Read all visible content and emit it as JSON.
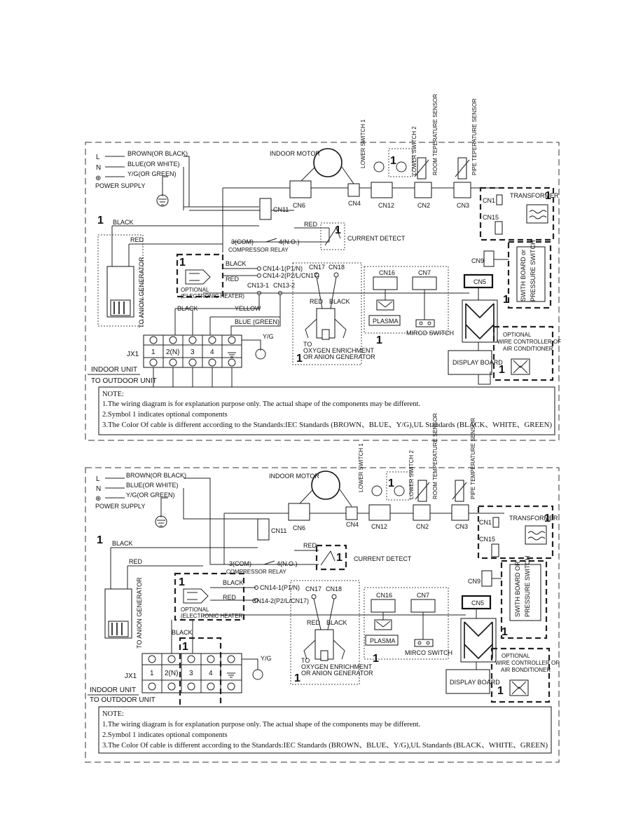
{
  "power": {
    "l": "L",
    "n": "N",
    "earth": "⊕",
    "brown": "BROWN(OR BLACK)",
    "blue": "BLUE(OR WHITE)",
    "yg": "Y/G(OR GREEN)",
    "supply": "POWER SUPPLY"
  },
  "parts": {
    "indoor_motor": "INDOOR MOTOR",
    "cn6": "CN6",
    "cn4": "CN4",
    "cn12": "CN12",
    "cn2": "CN2",
    "cn3": "CN3",
    "cn11": "CN11",
    "cn1": "CN1",
    "cn15": "CN15",
    "cn9": "CN9",
    "cn5": "CN5",
    "cn16": "CN16",
    "cn7": "CN7",
    "cn17": "CN17",
    "cn18": "CN18",
    "cn14_1": "CN14-1(P1/N)",
    "cn14_2": "CN14-2(P2/L/CN17)",
    "cn13_1": "CN13-1",
    "cn13_2": "CN13-2",
    "lower_switch_1": "LOWER SWITCH 1",
    "lower_switch_2": "LOWER SWITCH 2",
    "room_sensor_a": "ROOM TEPERATURE SENSOR",
    "room_sensor_b": "ROOM TEMPERATURE SENSOR",
    "pipe_sensor_a": "PIPE TEPERATURE SENSOR",
    "pipe_sensor_b": "PIPE TEMPERATURE SENSOR",
    "transformer": "TRANSFORMER",
    "swith_a": "SWITH BOARD or PRESSURE SWITCH",
    "swith_b": "SWITH BOARD OR PRESSURE SWITCH",
    "current_detect": "CURRENT DETECT",
    "relay_a": "3(COM)",
    "relay_b": "4(N.O.)",
    "relay_label": "COMPRESSOR RELAY",
    "anion": "TO ANION GENERATOR",
    "heater_a": "OPTIONAL",
    "heater_b": "(ELECTRONIC HEATER)",
    "plasma": "PLASMA",
    "micro_switch": "MIRCO SWITCH",
    "oxygen_a": "TO",
    "oxygen_b": "OXYGEN ENRICHMENT",
    "oxygen_c": "OR ANION GENERATOR",
    "display_board": "DISPLAY BOARD",
    "wire_ctrl_a": "OPTIONAL",
    "wire_ctrl_b": "WIRE CONTROLLER OF",
    "wire_ctrl_c": "AIR CONDITIONER",
    "wire_ctrl_c2": "AIR BONDITIONER",
    "jx1": "JX1",
    "t1": "1",
    "t2": "2(N)",
    "t3": "3",
    "t4": "4",
    "yg_term": "Y/G",
    "indoor_unit": "INDOOR UNIT",
    "outdoor_unit": "TO OUTDOOR UNIT",
    "opt_mark": "1"
  },
  "wires": {
    "black": "BLACK",
    "red": "RED",
    "yellow": "YELLOW",
    "blue_green": "BLUE (GREEN)"
  },
  "note": {
    "title": "NOTE:",
    "line1": "1.The wiring diagram is for explanation purpose only. The actual shape of the components may be different.",
    "line2": "2.Symbol 1 indicates optional components",
    "line3": "3.The Color Of cable is different according to the Standards:IEC Standards (BROWN、BLUE、Y/G),UL Standards (BLACK、WHITE、GREEN)"
  }
}
